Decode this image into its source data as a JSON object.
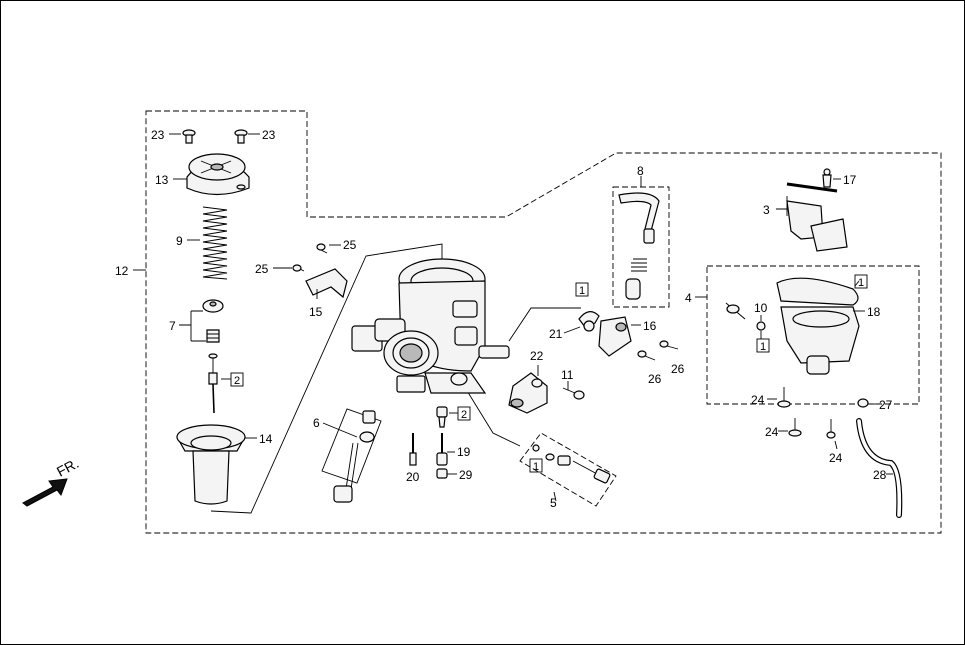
{
  "direction_label": "FR.",
  "colors": {
    "line": "#000000",
    "background": "#ffffff",
    "part_fill": "#f4f4f4",
    "part_shade": "#b9b9b9"
  },
  "callouts": {
    "c23a": "23",
    "c23b": "23",
    "c13": "13",
    "c9": "9",
    "c12": "12",
    "c7": "7",
    "c14": "14",
    "c25a": "25",
    "c25b": "25",
    "c15": "15",
    "c6": "6",
    "c20": "20",
    "c19": "19",
    "c29": "29",
    "c8": "8",
    "c3": "3",
    "c17": "17",
    "c4": "4",
    "c10": "10",
    "c18": "18",
    "c21": "21",
    "c16": "16",
    "c22": "22",
    "c11": "11",
    "c26a": "26",
    "c26b": "26",
    "c24a": "24",
    "c24b": "24",
    "c24c": "24",
    "c27": "27",
    "c28": "28",
    "c5": "5"
  },
  "boxed_refs": {
    "b2a": "2",
    "b2b": "2",
    "b1a": "1",
    "b1b": "1",
    "b1c": "1",
    "b1d": "1"
  }
}
